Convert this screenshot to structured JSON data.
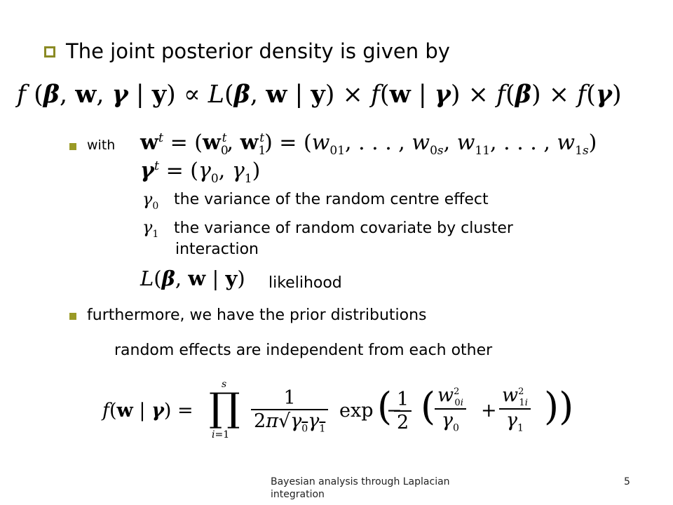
{
  "slide": {
    "title": "The joint posterior density is given by",
    "with_label": "with",
    "gamma0_desc": "the variance of the random centre effect",
    "gamma1_desc_line1": "the variance of random covariate by cluster",
    "gamma1_desc_line2": "interaction",
    "likelihood_label": "likelihood",
    "prior_bullet": "furthermore, we have the prior distributions",
    "independence_note": "random effects are independent from each other"
  },
  "math": {
    "posterior": "f (β, w, γ | y) ∝ L(β, w | y) × f(w | γ) × f(β) × f(γ)",
    "w_def": "w^t = (w_0^t, w_1^t) = (w_01, . . . , w_0s, w_11, . . . , w_1s)",
    "gamma_def": "γ^t = (γ_0, γ_1)",
    "gamma0": "γ0",
    "gamma1": "γ1",
    "likelihood": "L(β, w | y)",
    "prior": "f(w | γ) = ∏_{i=1}^{s} 1/(2π√(γ0γ1)) exp(−1/2 (w_0i²/γ0 + w_1i²/γ1))"
  },
  "footer": {
    "presentation": "Bayesian analysis through Laplacian integration",
    "page_number": "5"
  },
  "colors": {
    "bullet": "#8a8a24",
    "text": "#000000",
    "background": "#ffffff"
  },
  "icons": {
    "title_bullet": "hollow-square-bullet-icon",
    "sub_bullet": "filled-square-bullet-icon"
  }
}
